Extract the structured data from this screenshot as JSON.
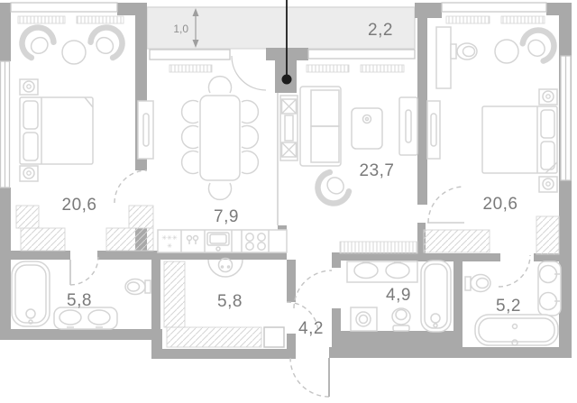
{
  "plan": {
    "type": "apartment-floor-plan",
    "rooms": [
      {
        "name": "bedroom-left",
        "area": "20,6"
      },
      {
        "name": "kitchen-dining",
        "area": "7,9"
      },
      {
        "name": "living-room",
        "area": "23,7"
      },
      {
        "name": "bedroom-right",
        "area": "20,6"
      },
      {
        "name": "bathroom-left",
        "area": "5,8"
      },
      {
        "name": "dressing-room",
        "area": "5,8"
      },
      {
        "name": "hallway",
        "area": "4,2"
      },
      {
        "name": "bathroom-middle",
        "area": "4,9"
      },
      {
        "name": "bathroom-right",
        "area": "5,2"
      },
      {
        "name": "balcony",
        "area": "2,2"
      }
    ],
    "dimension_label": "1,0",
    "kitchen_marks": {
      "fridge_row": "✳✳✳",
      "fridge_single": "✳"
    },
    "colors": {
      "wall": "#a9a9a9",
      "balcony_fill": "#ececec",
      "furniture_line": "#d5d5d5",
      "label_text": "#7a7a7a",
      "dimension": "#9e9e9e",
      "entry_marker": "#1c1c1c",
      "background": "#ffffff"
    }
  }
}
